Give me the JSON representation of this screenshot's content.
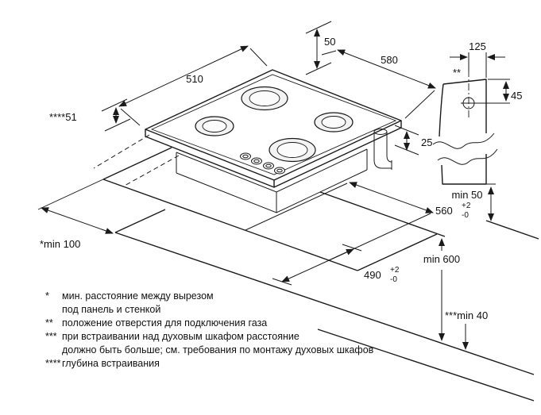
{
  "dims": {
    "gap_back": "50",
    "width": "580",
    "depth": "510",
    "recess_depth": "****51",
    "body_below": "25",
    "gas_x": "125",
    "gas_y": "45",
    "gas_mark": "**",
    "right_gap": "min 50",
    "cut_w": "560",
    "cut_w_p": "+2",
    "cut_w_m": "-0",
    "cut_d": "490",
    "cut_d_p": "+2",
    "cut_d_m": "-0",
    "depth_min": "min 600",
    "left_gap": "*min 100",
    "under_gap": "***min 40"
  },
  "footnote_rows": [
    {
      "marker": "*",
      "text": "мин. расстояние между вырезом"
    },
    {
      "marker": "",
      "text": "под панель и стенкой"
    },
    {
      "marker": "**",
      "text": "положение отверстия для подключения газа"
    },
    {
      "marker": "***",
      "text": "при встраивании над духовым шкафом расстояние"
    },
    {
      "marker": "",
      "text": "должно быть больше; см. требования по монтажу духовых шкафов"
    },
    {
      "marker": "****",
      "text": "глубина встраивания"
    }
  ]
}
